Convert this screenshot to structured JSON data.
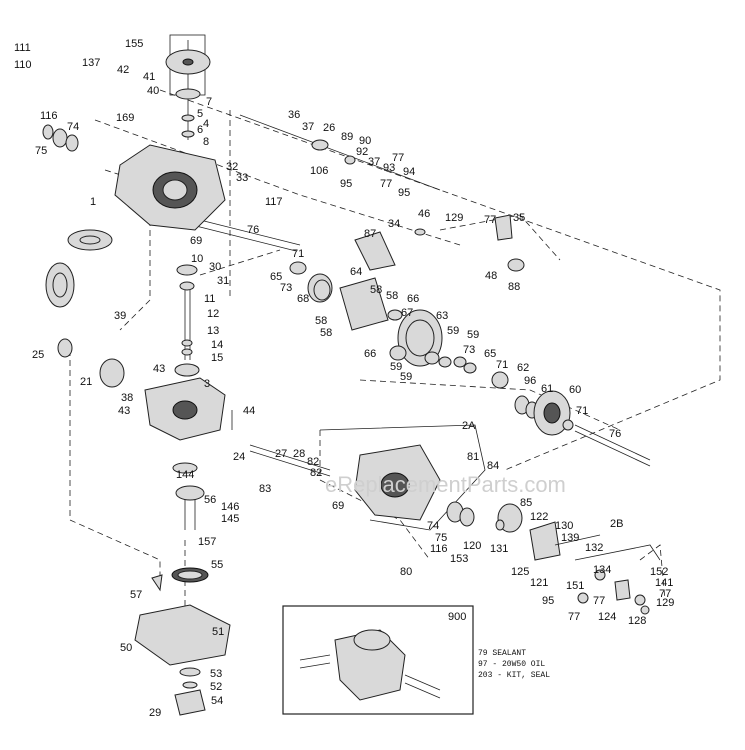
{
  "watermark": "eReplacementParts.com",
  "inset": {
    "number": "900",
    "notes": [
      "79 SEALANT",
      "97 - 20W50 OIL",
      "203 - KIT, SEAL"
    ]
  },
  "labels": [
    "111",
    "110",
    "137",
    "42",
    "41",
    "40",
    "155",
    "7",
    "5",
    "4",
    "6",
    "8",
    "169",
    "116",
    "74",
    "75",
    "1",
    "32",
    "33",
    "117",
    "36",
    "37",
    "26",
    "89",
    "90",
    "92",
    "37",
    "93",
    "77",
    "94",
    "106",
    "95",
    "77",
    "95",
    "76",
    "69",
    "46",
    "129",
    "77",
    "35",
    "87",
    "34",
    "10",
    "30",
    "31",
    "11",
    "12",
    "71",
    "65",
    "73",
    "68",
    "64",
    "48",
    "88",
    "39",
    "13",
    "14",
    "15",
    "58",
    "58",
    "66",
    "67",
    "58",
    "58",
    "63",
    "59",
    "59",
    "73",
    "65",
    "25",
    "21",
    "43",
    "3",
    "66",
    "59",
    "59",
    "71",
    "62",
    "96",
    "61",
    "60",
    "38",
    "43",
    "44",
    "71",
    "76",
    "24",
    "27",
    "28",
    "82",
    "82",
    "83",
    "2A",
    "81",
    "84",
    "144",
    "56",
    "146",
    "145",
    "69",
    "85",
    "122",
    "130",
    "2B",
    "74",
    "75",
    "116",
    "120",
    "131",
    "139",
    "132",
    "157",
    "55",
    "153",
    "125",
    "121",
    "134",
    "152",
    "141",
    "80",
    "151",
    "77",
    "77",
    "124",
    "129",
    "128",
    "95",
    "77",
    "57",
    "51",
    "50",
    "53",
    "52",
    "54",
    "29"
  ]
}
